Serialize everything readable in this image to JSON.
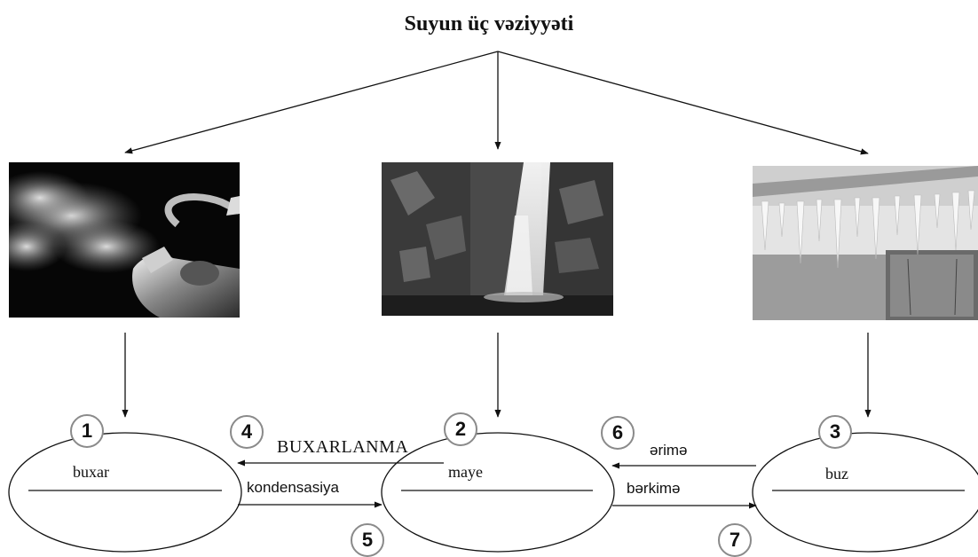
{
  "title": "Suyun üç vəziyyəti",
  "states": [
    {
      "number": "1",
      "label": "buxar",
      "image": "steaming-kettle"
    },
    {
      "number": "2",
      "label": "maye",
      "image": "waterfall"
    },
    {
      "number": "3",
      "label": "buz",
      "image": "icicles"
    }
  ],
  "transitions": [
    {
      "number": "4",
      "label": "BUXARLANMA",
      "from": "maye",
      "to": "buxar"
    },
    {
      "number": "5",
      "label": "kondensasiya",
      "from": "buxar",
      "to": "maye"
    },
    {
      "number": "6",
      "label": "ərimə",
      "from": "buz",
      "to": "maye"
    },
    {
      "number": "7",
      "label": "bərkimə",
      "from": "maye",
      "to": "buz"
    }
  ]
}
